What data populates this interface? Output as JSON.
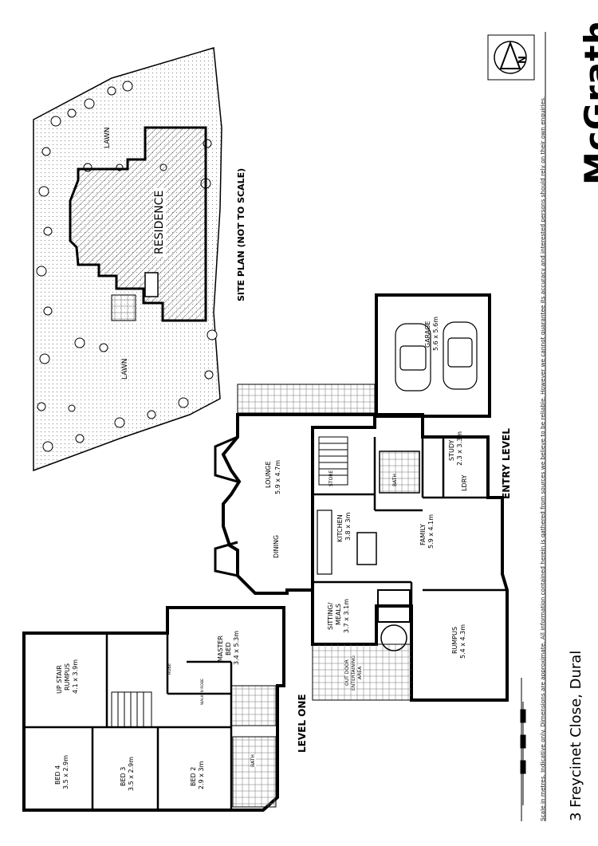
{
  "brand": "McGrath",
  "disclaimer": "Scale in metres. Indicative only. Dimensions are approximate. All information contained herein is gathered from sources we believe to be reliable. However we cannot guarantee its accuracy and interested persons should rely on their own enquiries.",
  "address": "3 Freycinet Close, Dural",
  "compass": "N",
  "site_plan": {
    "title": "SITE PLAN (NOT TO SCALE)",
    "residence": "RESIDENCE",
    "lawn_top": "LAWN",
    "lawn_bottom": "LAWN"
  },
  "entry_level": {
    "title": "ENTRY LEVEL",
    "garage": {
      "name": "GARAGE",
      "size": "5.6 x 5.6m"
    },
    "study": {
      "name": "STUDY",
      "size": "2.3 x 3.3m"
    },
    "lounge": {
      "name": "LOUNGE",
      "size": "5.9 x 4.7m"
    },
    "dining": "DINING",
    "store": "STORE",
    "bath": "BATH",
    "ldry": "LDRY",
    "kitchen": {
      "name": "KITCHEN",
      "size": "3.8 x 3m"
    },
    "family": {
      "name": "FAMILY",
      "size": "5.9 x 4.1m"
    },
    "sitting": {
      "name": "SITTING/",
      "name2": "MEALS",
      "size": "3.7 x 3.1m"
    },
    "rumpus": {
      "name": "RUMPUS",
      "size": "5.4 x 4.3m"
    },
    "outdoor": {
      "l1": "OUT DOOR",
      "l2": "ENTERTAINING",
      "l3": "AREA"
    }
  },
  "level_one": {
    "title": "LEVEL ONE",
    "master": {
      "name": "MASTER",
      "name2": "BED",
      "size": "3.4 x 5.3m"
    },
    "upstair": {
      "name": "UP STAIR",
      "name2": "RUMPUS",
      "size": "4.1 x 3.9m"
    },
    "bed4": {
      "name": "BED 4",
      "size": "3.5 x 2.9m"
    },
    "bed3": {
      "name": "BED 3",
      "size": "3.5 x 2.9m"
    },
    "bed2": {
      "name": "BED 2",
      "size": "2.9 x 3m"
    },
    "bath": "BATH",
    "robe": "ROBE",
    "wir": "WALK IN ROBE"
  }
}
